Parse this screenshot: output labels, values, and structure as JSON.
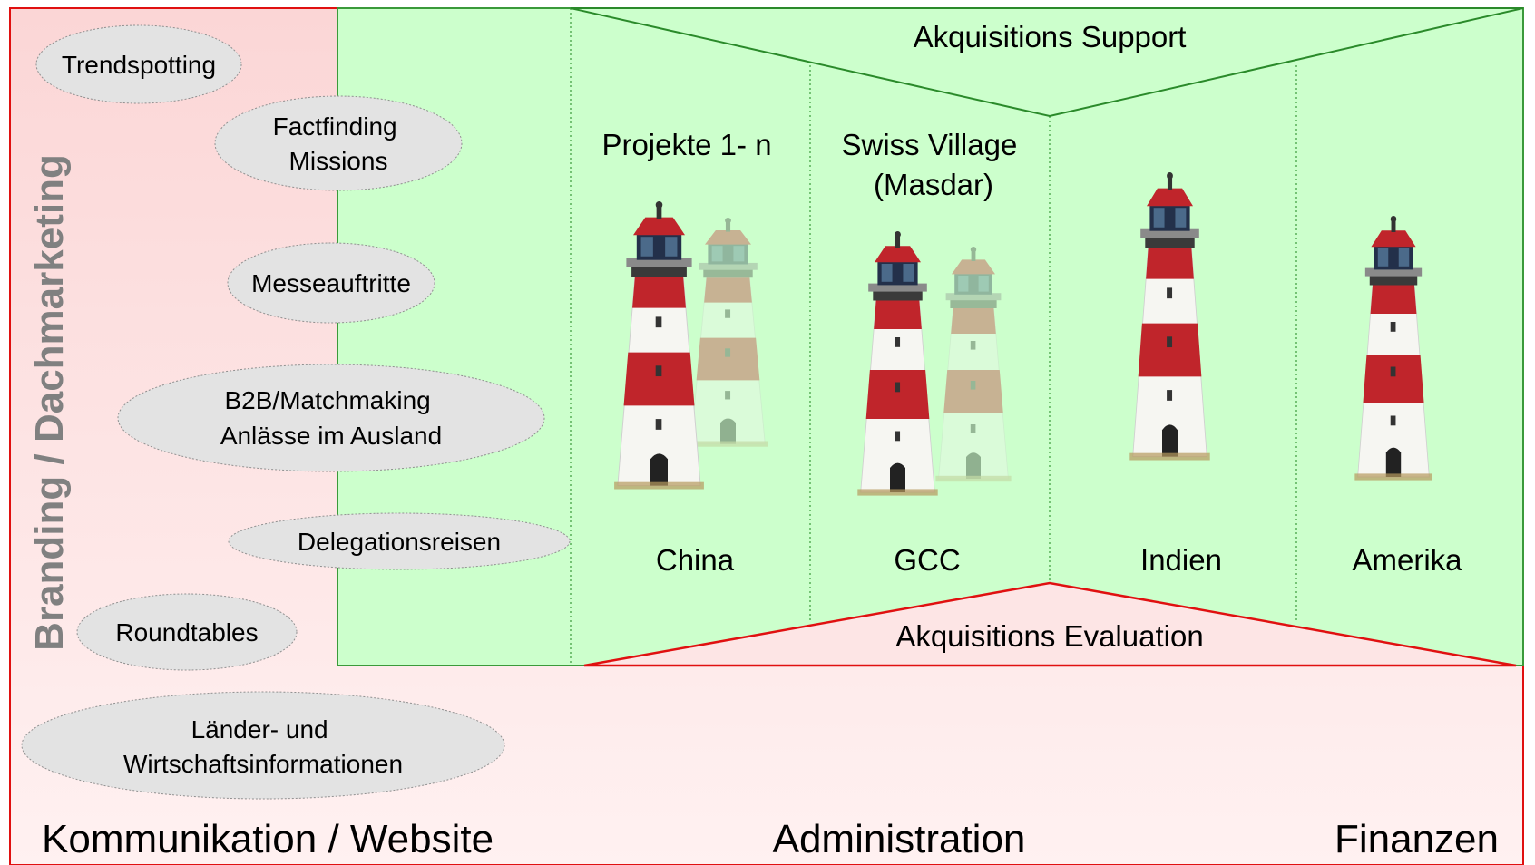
{
  "side_label": "Branding / Dachmarketing",
  "activities": [
    {
      "lines": [
        "Trendspotting"
      ]
    },
    {
      "lines": [
        "Factfinding",
        "Missions"
      ]
    },
    {
      "lines": [
        "Messeauftritte"
      ]
    },
    {
      "lines": [
        "B2B/Matchmaking",
        "Anlässe im Ausland"
      ]
    },
    {
      "lines": [
        "Delegationsreisen"
      ]
    },
    {
      "lines": [
        "Roundtables"
      ]
    },
    {
      "lines": [
        "Länder- und",
        "Wirtschaftsinformationen"
      ]
    }
  ],
  "support_label": "Akquisitions Support",
  "evaluation_label": "Akquisitions Evaluation",
  "column_headers": [
    {
      "lines": [
        "Projekte 1- n"
      ]
    },
    {
      "lines": [
        "Swiss Village",
        "(Masdar)"
      ]
    }
  ],
  "regions": [
    "China",
    "GCC",
    "Indien",
    "Amerika"
  ],
  "footer": {
    "left": "Kommunikation / Website",
    "center": "Administration",
    "right": "Finanzen"
  },
  "colors": {
    "outer_fill": "#fde5e5",
    "outer_border": "#e01010",
    "inner_fill": "#ccffcc",
    "inner_border": "#3a9a3a",
    "ellipse_fill": "#e3e3e3",
    "side_label": "#808080"
  }
}
